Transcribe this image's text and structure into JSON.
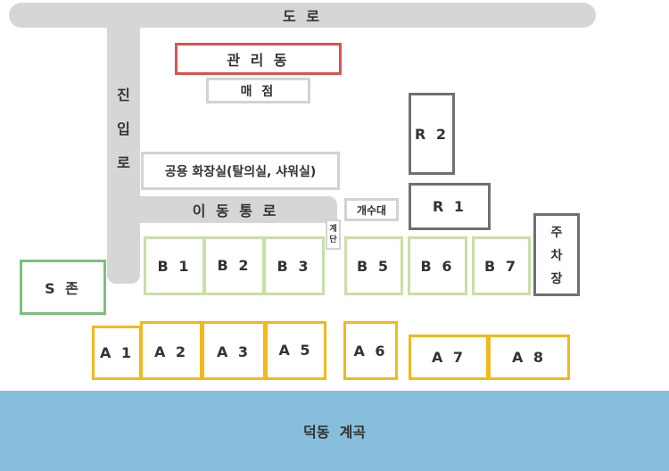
{
  "road_top": "도 로",
  "entrance_road": [
    "진",
    "입",
    "로"
  ],
  "office": "관 리 동",
  "store": "매 점",
  "restroom": "공용 화장실(탈의실, 샤워실)",
  "passage": "이 동 통 로",
  "sink": "개수대",
  "stairs": [
    "계",
    "단"
  ],
  "r_sites": [
    "R 2",
    "R 1"
  ],
  "parking": [
    "주",
    "차",
    "장"
  ],
  "b_sites": [
    "B 1",
    "B 2",
    "B 3",
    "B 5",
    "B 6",
    "B 7"
  ],
  "s_zone": "S 존",
  "a_sites": [
    "A 1",
    "A 2",
    "A 3",
    "A 5",
    "A 6",
    "A 7",
    "A 8"
  ],
  "valley": "덕동  계곡",
  "colors": {
    "road": "#d6d6d6",
    "office": "#d9534f",
    "b": "#c8dfa6",
    "a": "#f2b81c",
    "s": "#7cbf7c",
    "r": "#707070",
    "water": "#86bedc"
  }
}
